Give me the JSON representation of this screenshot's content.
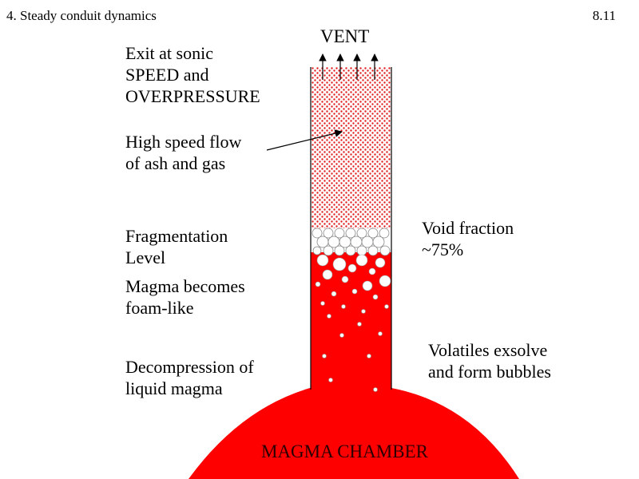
{
  "header": {
    "title": "4. Steady conduit dynamics",
    "page_number": "8.11"
  },
  "labels": {
    "vent": "VENT",
    "exit": [
      "Exit at sonic",
      "SPEED and",
      "OVERPRESSURE"
    ],
    "high_speed": [
      "High speed flow",
      "of ash and gas"
    ],
    "fragmentation": [
      "Fragmentation",
      "Level"
    ],
    "void_fraction": [
      "Void fraction",
      "~75%"
    ],
    "foam": [
      "Magma becomes",
      "foam-like"
    ],
    "volatiles": [
      "Volatiles exsolve",
      "and form bubbles"
    ],
    "decompression": [
      "Decompression of",
      "liquid magma"
    ],
    "chamber": "MAGMA CHAMBER"
  },
  "colors": {
    "magma": "#ff0000",
    "ash_dot": "#e02020",
    "outline": "#000000",
    "bubble": "#ffffff"
  }
}
